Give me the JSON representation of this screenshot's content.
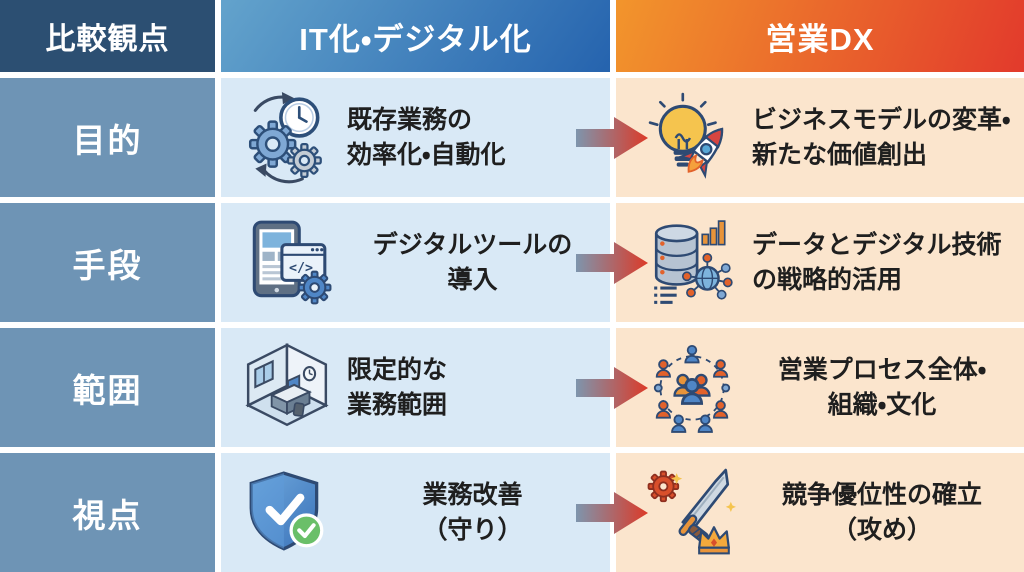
{
  "header": {
    "criteria": "比較観点",
    "it": "IT化・デジタル化",
    "dx": "営業DX"
  },
  "rows": [
    {
      "label": "目的",
      "it": {
        "icon": "gears-clock-icon",
        "text": "既存業務の\n効率化・自動化"
      },
      "dx": {
        "icon": "lightbulb-rocket-icon",
        "text": "ビジネスモデルの変革・\n新たな価値創出"
      }
    },
    {
      "label": "手段",
      "it": {
        "icon": "tablet-code-gear-icon",
        "text": "デジタルツールの\n導入"
      },
      "dx": {
        "icon": "database-network-icon",
        "text": "データとデジタル技術\nの戦略的活用"
      }
    },
    {
      "label": "範囲",
      "it": {
        "icon": "office-room-icon",
        "text": "限定的な\n業務範囲"
      },
      "dx": {
        "icon": "people-network-icon",
        "text": "営業プロセス全体・\n組織・文化"
      }
    },
    {
      "label": "視点",
      "it": {
        "icon": "shield-check-icon",
        "text": "業務改善\n（守り）"
      },
      "dx": {
        "icon": "sword-gear-crown-icon",
        "text": "競争優位性の確立\n（攻め）"
      }
    }
  ],
  "colors": {
    "header_col1_bg": "#2c4f72",
    "header_it_gradient_from": "#63a3cc",
    "header_it_gradient_to": "#2563ae",
    "header_dx_gradient_from": "#f2952c",
    "header_dx_gradient_to": "#e23a2c",
    "label_cell_bg": "#6e94b5",
    "it_cell_bg": "#d9e9f6",
    "dx_cell_bg": "#fbe5cd",
    "arrow_gradient_from": "#7e95ad",
    "arrow_gradient_to": "#dc3a28",
    "text_dark": "#1f1f1f",
    "text_light": "#ffffff"
  }
}
